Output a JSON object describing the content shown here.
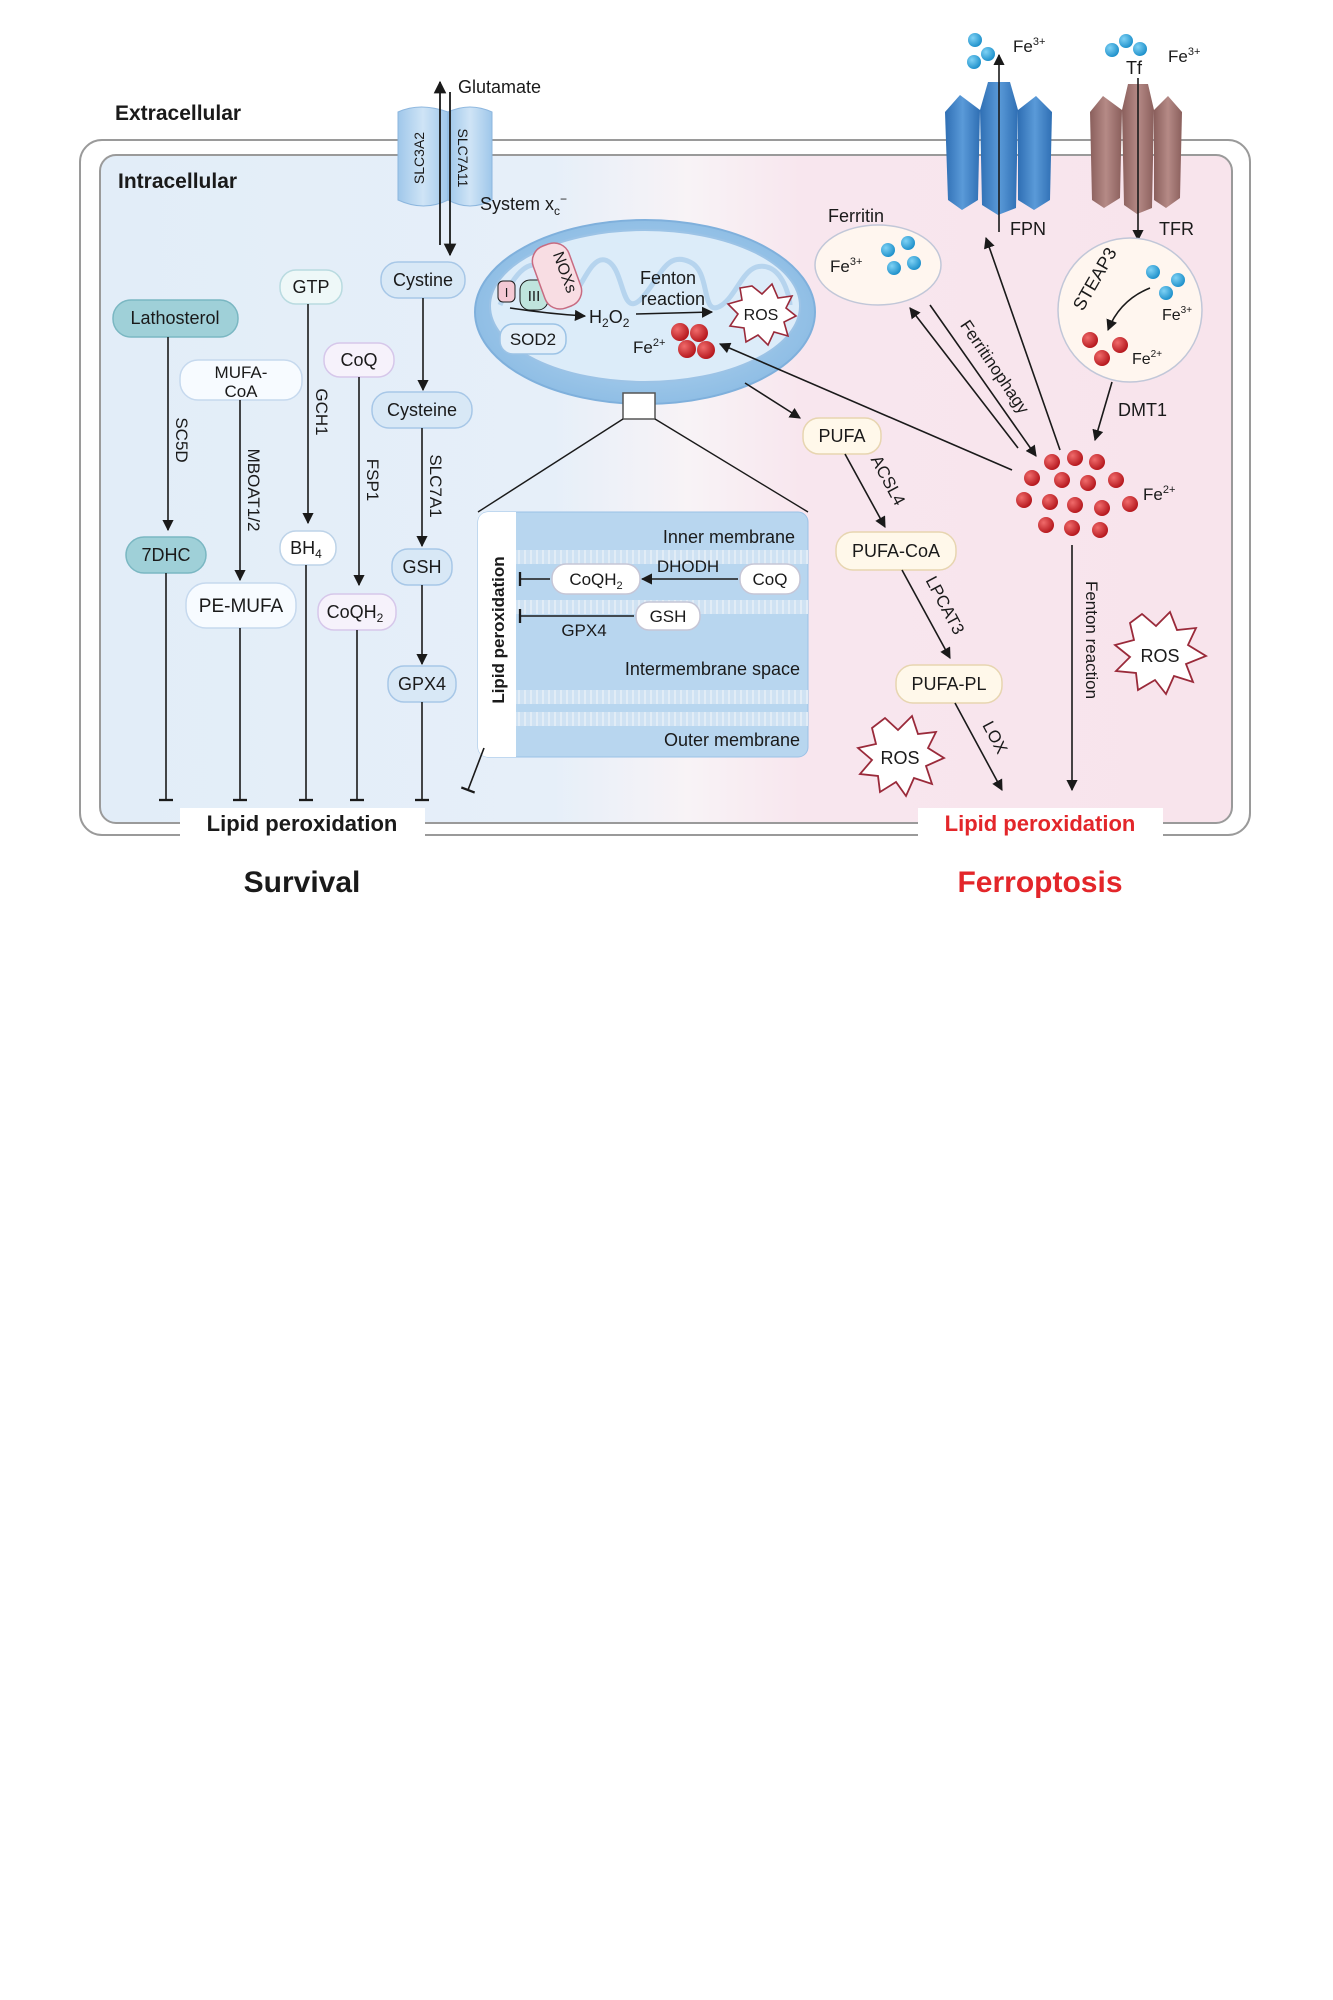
{
  "compartments": {
    "extracellular": "Extracellular",
    "intracellular": "Intracellular"
  },
  "transport": {
    "glutamate": "Glutamate",
    "slc3a2": "SLC3A2",
    "slc7a11": "SLC7A11",
    "system_xc": "System x",
    "system_xc_sub": "c",
    "system_xc_sup": "−"
  },
  "survival_nodes": {
    "lathosterol": "Lathosterol",
    "sc5d": "SC5D",
    "7dhc": "7DHC",
    "mufa_coa_1": "MUFA-",
    "mufa_coa_2": "CoA",
    "mboat": "MBOAT1/2",
    "pe_mufa": "PE-MUFA",
    "gtp": "GTP",
    "gch1": "GCH1",
    "bh4": "BH",
    "bh4_sub": "4",
    "coq": "CoQ",
    "fsp1": "FSP1",
    "coqh2": "CoQH",
    "coqh2_sub": "2",
    "cystine": "Cystine",
    "cysteine": "Cysteine",
    "slc7a1": "SLC7A1",
    "gsh": "GSH",
    "gpx4": "GPX4"
  },
  "mitochondria": {
    "complex_i": "I",
    "complex_iii": "III",
    "noxs": "NOXs",
    "sod2": "SOD2",
    "h2o2": "H",
    "h2o2_sub1": "2",
    "h2o2_mid": "O",
    "h2o2_sub2": "2",
    "fenton_1": "Fenton",
    "fenton_2": "reaction",
    "ros": "ROS",
    "fe2": "Fe",
    "fe2_sup": "2+"
  },
  "inset": {
    "lipid_peroxidation": "Lipid peroxidation",
    "inner_membrane": "Inner membrane",
    "dhodh": "DHODH",
    "coqh2": "CoQH",
    "coqh2_sub": "2",
    "coq": "CoQ",
    "gpx4": "GPX4",
    "gsh": "GSH",
    "intermembrane_space": "Intermembrane space",
    "outer_membrane": "Outer membrane"
  },
  "iron": {
    "fe3": "Fe",
    "fe3_sup": "3+",
    "tf": "Tf",
    "fpn": "FPN",
    "tfr": "TFR",
    "ferritin": "Ferritin",
    "steap3": "STEAP3",
    "fe2": "Fe",
    "fe2_sup": "2+",
    "dmt1": "DMT1",
    "ferritinophagy": "Ferritinophagy",
    "fenton_reaction": "Fenton reaction"
  },
  "ferroptosis_nodes": {
    "pufa": "PUFA",
    "acsl4": "ACSL4",
    "pufa_coa": "PUFA-CoA",
    "lpcat3": "LPCAT3",
    "pufa_pl": "PUFA-PL",
    "lox": "LOX",
    "ros": "ROS"
  },
  "outcomes": {
    "lipid_peroxidation_left": "Lipid peroxidation",
    "lipid_peroxidation_right": "Lipid peroxidation",
    "survival": "Survival",
    "ferroptosis": "Ferroptosis"
  },
  "colors": {
    "survival_bg": "#e3eef8",
    "ferroptosis_bg": "#f9e4ec",
    "iron_blue": "#2ba3d8",
    "iron_red": "#c8191f",
    "fpn_blue": "#3f7ec2",
    "tfr_brown": "#9c6e6b",
    "ferroptosis_text": "#e3262a"
  }
}
